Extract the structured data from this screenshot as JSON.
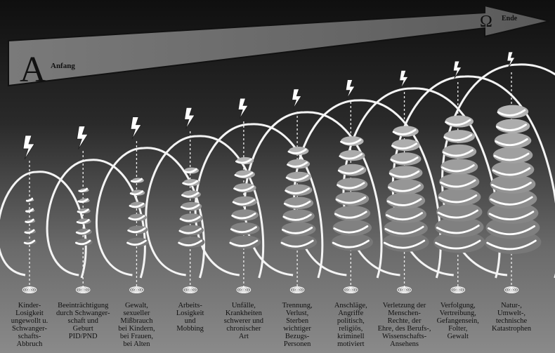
{
  "header": {
    "start_letter": "A",
    "start_label": "Anfang",
    "end_letter": "Ω",
    "end_label": "Ende"
  },
  "stages": [
    {
      "label": "Kinder-\nLosigkeit\nungewollt u.\nSchwanger-\nschafts-\nAbbruch"
    },
    {
      "label": "Beeinträchtigung\ndurch Schwanger-\nschaft und\nGeburt\nPID/PND"
    },
    {
      "label": "Gewalt,\nsexueller\nMißbrauch\nbei Kindern,\nbei Frauen,\nbei Alten"
    },
    {
      "label": "Arbeits-\nLosigkeit\nund\nMobbing"
    },
    {
      "label": "Unfälle,\nKrankheiten\nschwerer und\nchronischer\nArt"
    },
    {
      "label": "Trennung,\nVerlust,\nSterben\nwichtiger\nBezugs-\nPersonen"
    },
    {
      "label": "Anschläge,\nAngriffe\npolitisch,\nreligiös,\nkriminell\nmotiviert"
    },
    {
      "label": "Verletzung der\nMenschen-\nRechte, der\nEhre, des Berufs-,\nWissenschafts-\nAnsehens"
    },
    {
      "label": "Verfolgung,\nVertreibung,\nGefangensein,\nFolter,\nGewalt"
    },
    {
      "label": "Natur-,\nUmwelt-,\ntechnische\nKatastrophen"
    }
  ]
}
